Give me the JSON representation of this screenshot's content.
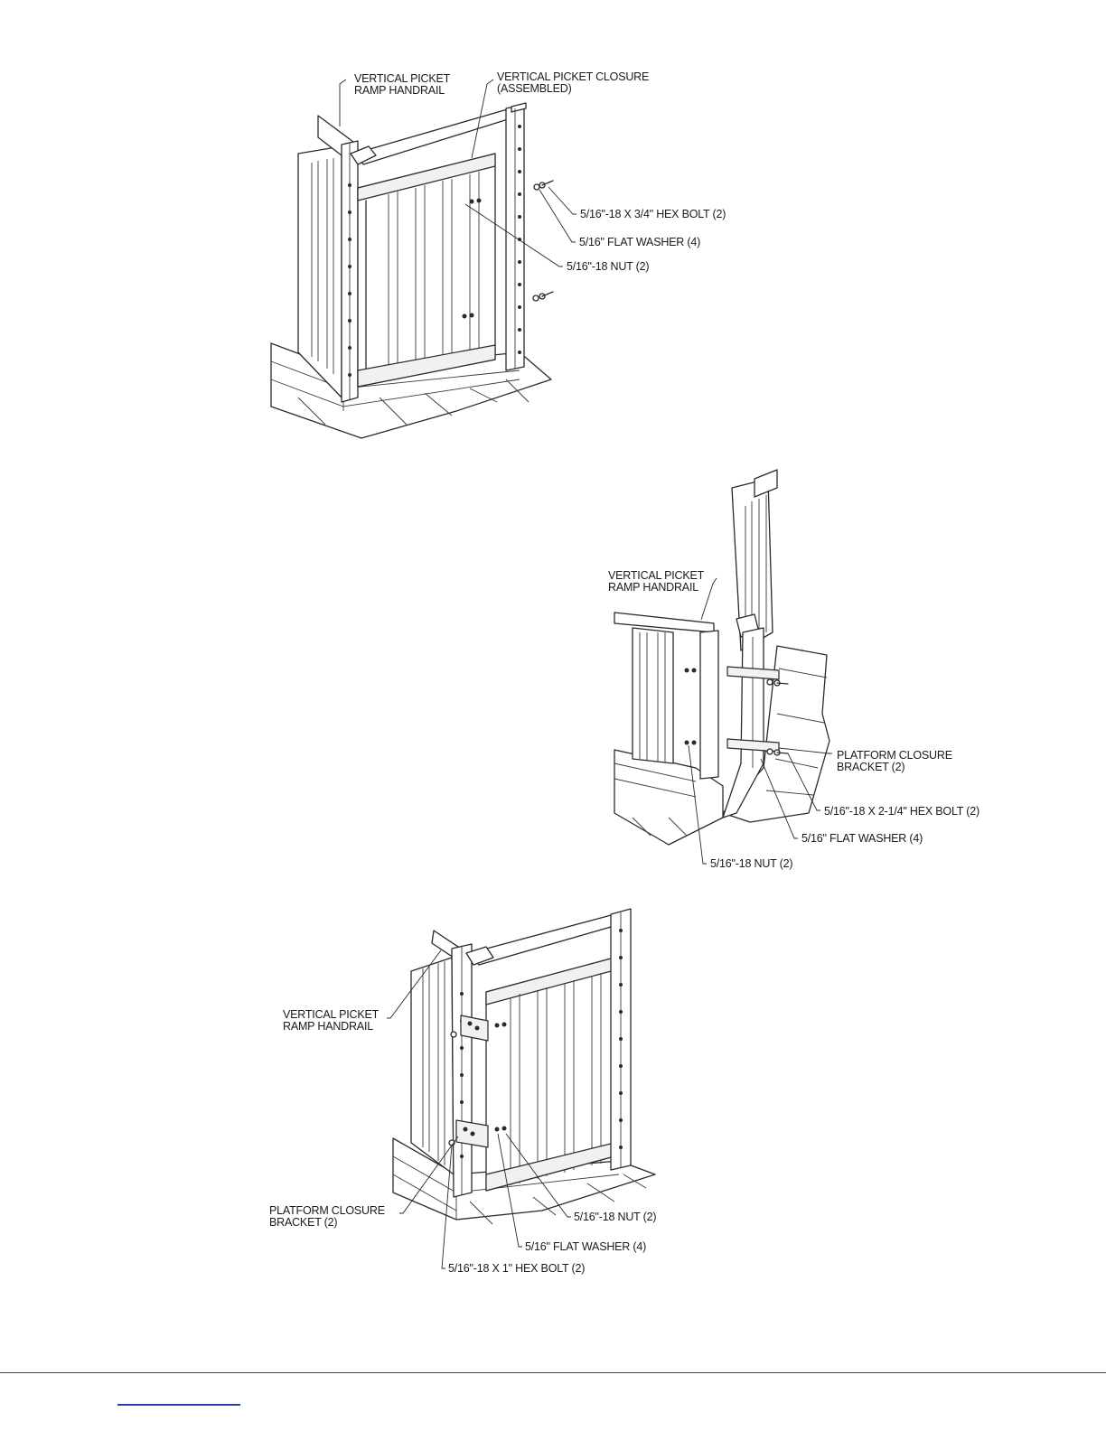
{
  "diagram_1": {
    "labels": {
      "handrail_line1": "VERTICAL PICKET",
      "handrail_line2": "RAMP HANDRAIL",
      "closure_line1": "VERTICAL PICKET CLOSURE",
      "closure_line2": "(ASSEMBLED)",
      "bolt": "5/16\"-18 X 3/4\" HEX BOLT (2)",
      "washer": "5/16\" FLAT WASHER (4)",
      "nut": "5/16\"-18 NUT (2)"
    }
  },
  "diagram_2": {
    "labels": {
      "handrail_line1": "VERTICAL PICKET",
      "handrail_line2": "RAMP HANDRAIL",
      "bracket_line1": "PLATFORM CLOSURE",
      "bracket_line2": "BRACKET (2)",
      "bolt": "5/16\"-18 X 2-1/4\" HEX BOLT (2)",
      "washer": "5/16\" FLAT WASHER (4)",
      "nut": "5/16\"-18 NUT (2)"
    }
  },
  "diagram_3": {
    "labels": {
      "handrail_line1": "VERTICAL PICKET",
      "handrail_line2": "RAMP HANDRAIL",
      "bracket_line1": "PLATFORM CLOSURE",
      "bracket_line2": "BRACKET (2)",
      "nut": "5/16\"-18 NUT (2)",
      "washer": "5/16\" FLAT WASHER (4)",
      "bolt": "5/16\"-18 X 1\" HEX BOLT (2)"
    }
  },
  "colors": {
    "line": "#2a2a2a",
    "link": "#2b3fb5"
  }
}
